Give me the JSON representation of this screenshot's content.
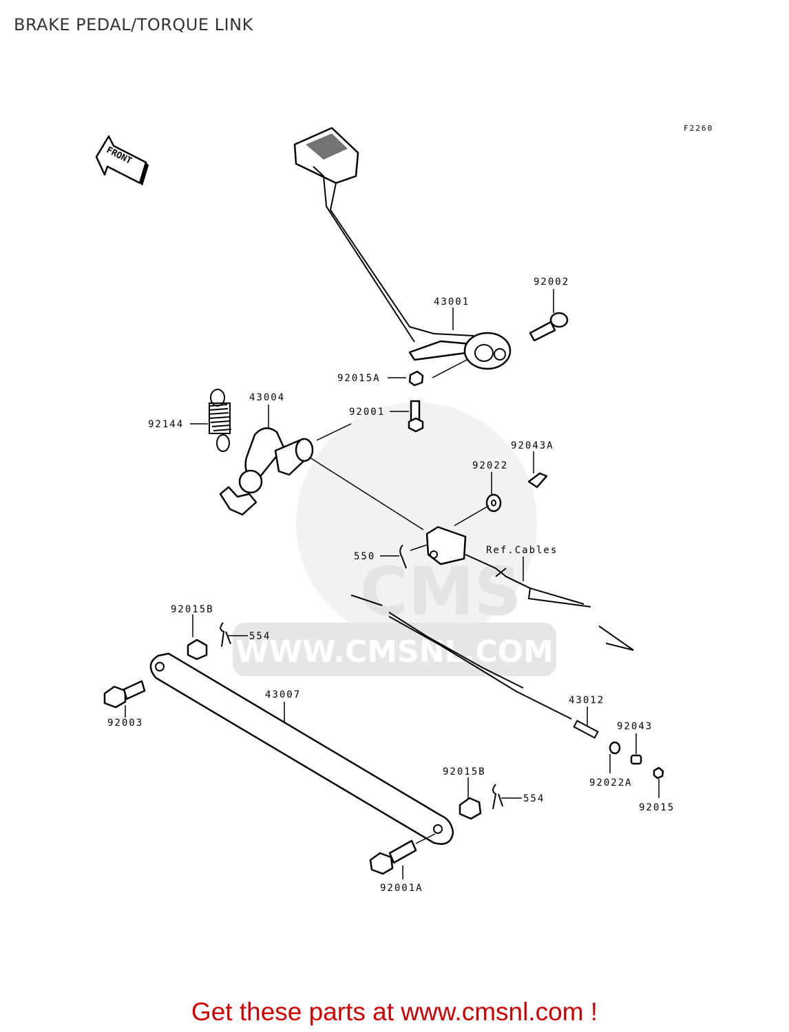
{
  "title": "BRAKE PEDAL/TORQUE LINK",
  "figure_code": "F2260",
  "front_marker": "FRONT",
  "watermark": {
    "brand": "CMS",
    "url": "WWW.CMSNL.COM"
  },
  "parts": [
    {
      "id": "43001",
      "label": "43001"
    },
    {
      "id": "92002",
      "label": "92002"
    },
    {
      "id": "92015A",
      "label": "92015A"
    },
    {
      "id": "92001",
      "label": "92001"
    },
    {
      "id": "43004",
      "label": "43004"
    },
    {
      "id": "92144",
      "label": "92144"
    },
    {
      "id": "92043A",
      "label": "92043A"
    },
    {
      "id": "92022",
      "label": "92022"
    },
    {
      "id": "550",
      "label": "550"
    },
    {
      "id": "ref_cables",
      "label": "Ref.Cables"
    },
    {
      "id": "92015B_top",
      "label": "92015B"
    },
    {
      "id": "554_top",
      "label": "554"
    },
    {
      "id": "43007",
      "label": "43007"
    },
    {
      "id": "92003",
      "label": "92003"
    },
    {
      "id": "43012",
      "label": "43012"
    },
    {
      "id": "92043",
      "label": "92043"
    },
    {
      "id": "92022A",
      "label": "92022A"
    },
    {
      "id": "92015",
      "label": "92015"
    },
    {
      "id": "92015B_bottom",
      "label": "92015B"
    },
    {
      "id": "554_bottom",
      "label": "554"
    },
    {
      "id": "92001A",
      "label": "92001A"
    }
  ],
  "footer": {
    "text": "Get these parts at www.cmsnl.com !",
    "color": "#d10000"
  }
}
